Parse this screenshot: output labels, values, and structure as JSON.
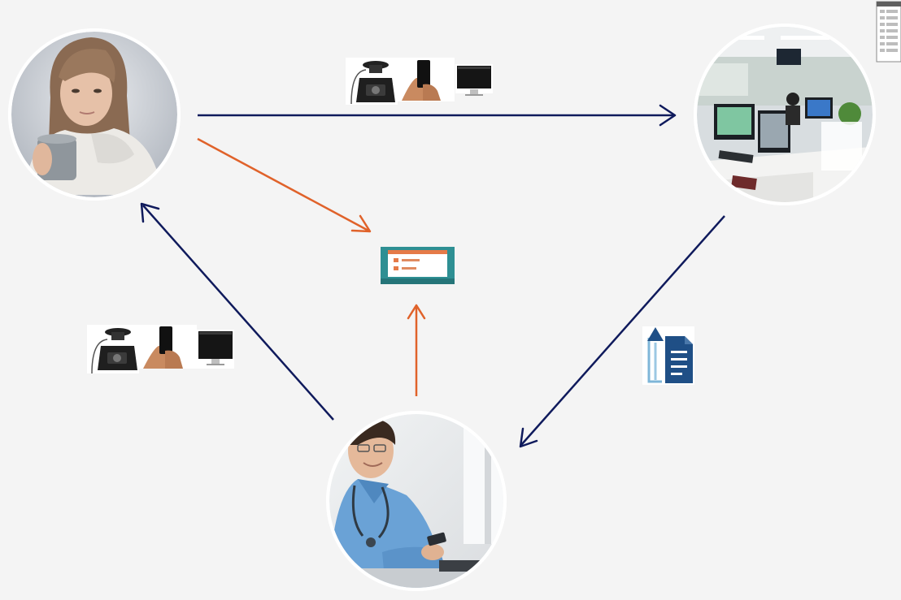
{
  "diagram": {
    "nodes": [
      {
        "id": "patient",
        "icon": "patient-photo"
      },
      {
        "id": "call-center",
        "icon": "call-center-photo"
      },
      {
        "id": "doctor",
        "icon": "doctor-photo"
      },
      {
        "id": "platform",
        "icon": "laptop-app-icon"
      }
    ],
    "edges": [
      {
        "from": "patient",
        "to": "call-center",
        "color": "#0f1a5c",
        "icons": [
          "desk-phone-icon",
          "smartphone-icon",
          "desktop-monitor-icon"
        ]
      },
      {
        "from": "call-center",
        "to": "doctor",
        "color": "#0f1a5c",
        "icons": [
          "document-upload-icon"
        ]
      },
      {
        "from": "doctor",
        "to": "patient",
        "color": "#0f1a5c",
        "icons": [
          "desk-phone-icon",
          "smartphone-icon",
          "desktop-monitor-icon"
        ]
      },
      {
        "from": "patient",
        "to": "platform",
        "color": "#e0622a"
      },
      {
        "from": "doctor",
        "to": "platform",
        "color": "#e0622a"
      }
    ],
    "corner_icon": "spreadsheet-icon"
  }
}
